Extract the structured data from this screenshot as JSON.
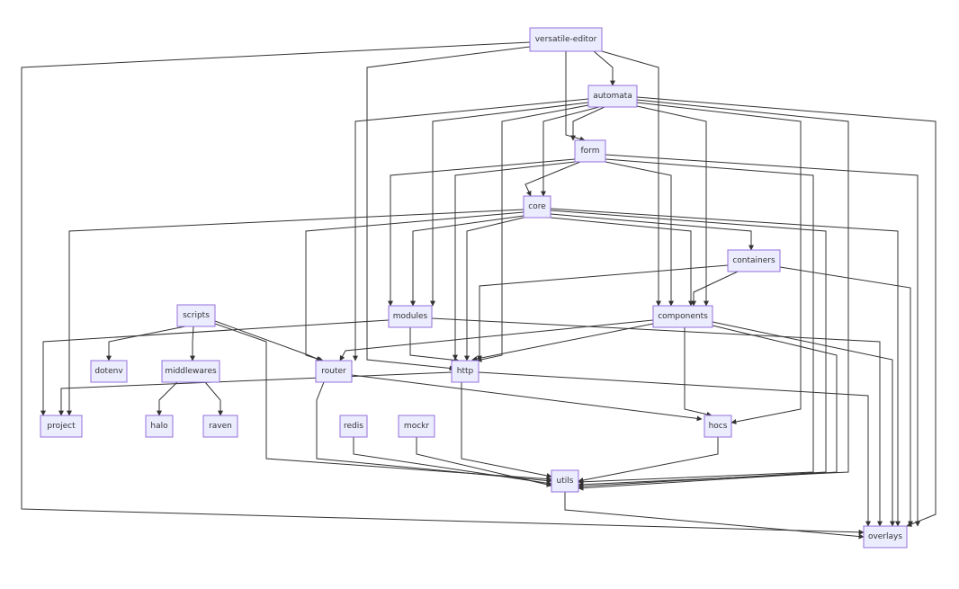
{
  "diagram": {
    "type": "flowchart",
    "nodes": [
      {
        "id": "versatile-editor",
        "label": "versatile-editor"
      },
      {
        "id": "automata",
        "label": "automata"
      },
      {
        "id": "form",
        "label": "form"
      },
      {
        "id": "core",
        "label": "core"
      },
      {
        "id": "containers",
        "label": "containers"
      },
      {
        "id": "scripts",
        "label": "scripts"
      },
      {
        "id": "modules",
        "label": "modules"
      },
      {
        "id": "components",
        "label": "components"
      },
      {
        "id": "dotenv",
        "label": "dotenv"
      },
      {
        "id": "middlewares",
        "label": "middlewares"
      },
      {
        "id": "router",
        "label": "router"
      },
      {
        "id": "http",
        "label": "http"
      },
      {
        "id": "project",
        "label": "project"
      },
      {
        "id": "halo",
        "label": "halo"
      },
      {
        "id": "raven",
        "label": "raven"
      },
      {
        "id": "redis",
        "label": "redis"
      },
      {
        "id": "mockr",
        "label": "mockr"
      },
      {
        "id": "hocs",
        "label": "hocs"
      },
      {
        "id": "utils",
        "label": "utils"
      },
      {
        "id": "overlays",
        "label": "overlays"
      }
    ],
    "edges": [
      {
        "from": "versatile-editor",
        "to": "overlays"
      },
      {
        "from": "versatile-editor",
        "to": "http"
      },
      {
        "from": "versatile-editor",
        "to": "form"
      },
      {
        "from": "versatile-editor",
        "to": "automata"
      },
      {
        "from": "versatile-editor",
        "to": "components"
      },
      {
        "from": "automata",
        "to": "router"
      },
      {
        "from": "automata",
        "to": "modules"
      },
      {
        "from": "automata",
        "to": "http"
      },
      {
        "from": "automata",
        "to": "core"
      },
      {
        "from": "automata",
        "to": "form"
      },
      {
        "from": "automata",
        "to": "components"
      },
      {
        "from": "automata",
        "to": "hocs"
      },
      {
        "from": "automata",
        "to": "utils"
      },
      {
        "from": "automata",
        "to": "overlays"
      },
      {
        "from": "form",
        "to": "modules"
      },
      {
        "from": "form",
        "to": "http"
      },
      {
        "from": "form",
        "to": "core"
      },
      {
        "from": "form",
        "to": "components"
      },
      {
        "from": "form",
        "to": "utils"
      },
      {
        "from": "form",
        "to": "overlays"
      },
      {
        "from": "core",
        "to": "project"
      },
      {
        "from": "core",
        "to": "router"
      },
      {
        "from": "core",
        "to": "modules"
      },
      {
        "from": "core",
        "to": "http"
      },
      {
        "from": "core",
        "to": "components"
      },
      {
        "from": "core",
        "to": "containers"
      },
      {
        "from": "core",
        "to": "utils"
      },
      {
        "from": "core",
        "to": "overlays"
      },
      {
        "from": "containers",
        "to": "http"
      },
      {
        "from": "containers",
        "to": "components"
      },
      {
        "from": "containers",
        "to": "overlays"
      },
      {
        "from": "scripts",
        "to": "dotenv"
      },
      {
        "from": "scripts",
        "to": "middlewares"
      },
      {
        "from": "scripts",
        "to": "router"
      },
      {
        "from": "scripts",
        "to": "utils"
      },
      {
        "from": "middlewares",
        "to": "halo"
      },
      {
        "from": "middlewares",
        "to": "raven"
      },
      {
        "from": "modules",
        "to": "project"
      },
      {
        "from": "modules",
        "to": "http"
      },
      {
        "from": "modules",
        "to": "overlays"
      },
      {
        "from": "components",
        "to": "router"
      },
      {
        "from": "components",
        "to": "http"
      },
      {
        "from": "components",
        "to": "hocs"
      },
      {
        "from": "components",
        "to": "utils"
      },
      {
        "from": "components",
        "to": "overlays"
      },
      {
        "from": "router",
        "to": "hocs"
      },
      {
        "from": "router",
        "to": "utils"
      },
      {
        "from": "http",
        "to": "project"
      },
      {
        "from": "http",
        "to": "utils"
      },
      {
        "from": "http",
        "to": "overlays"
      },
      {
        "from": "redis",
        "to": "utils"
      },
      {
        "from": "mockr",
        "to": "utils"
      },
      {
        "from": "hocs",
        "to": "utils"
      },
      {
        "from": "utils",
        "to": "overlays"
      }
    ]
  }
}
